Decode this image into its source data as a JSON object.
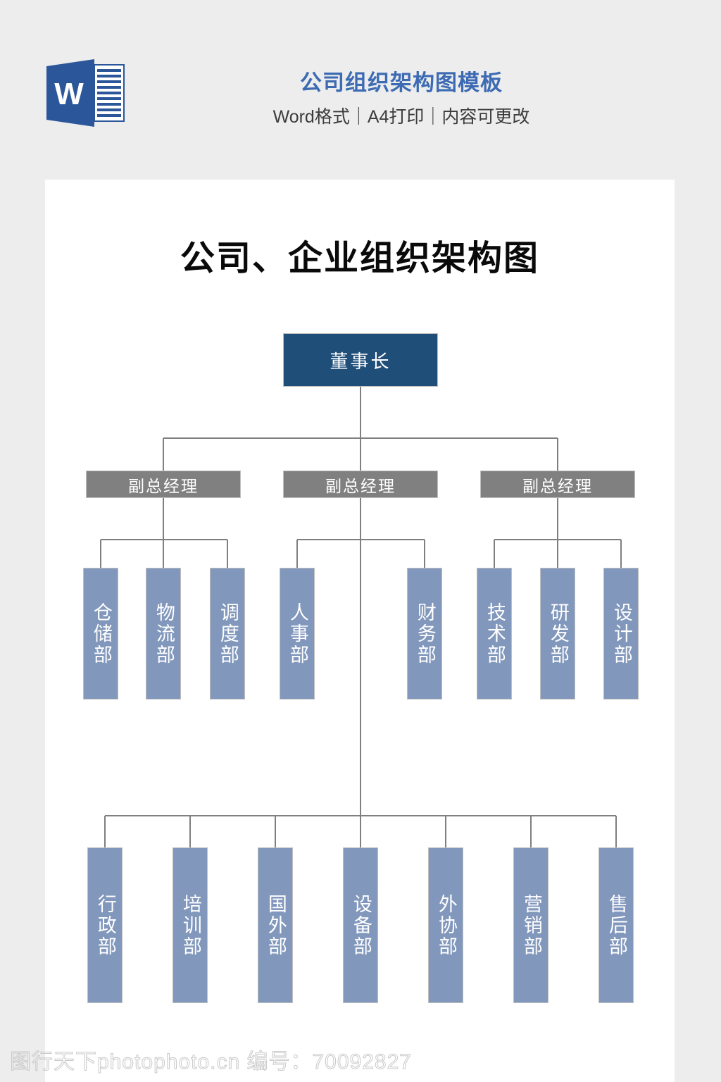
{
  "header": {
    "logo_icon": "word-document-icon",
    "promo_title": "公司组织架构图模板",
    "promo_subtitle": "Word格式｜A4打印｜内容可更改",
    "accent_color": "#3d6bb3"
  },
  "document": {
    "title": "公司、企业组织架构图"
  },
  "chart_data": {
    "type": "diagram",
    "title": "公司、企业组织架构图",
    "colors": {
      "level1": "#1f4e79",
      "level2": "#808080",
      "level3": "#8197bc",
      "connector": "#7f7f7f",
      "border": "#bfbfbf",
      "page": "#ffffff",
      "background": "#ededed"
    },
    "levels": [
      {
        "level": 1,
        "nodes": [
          {
            "id": "chairman",
            "label": "董事长"
          }
        ]
      },
      {
        "level": 2,
        "nodes": [
          {
            "id": "vgm-1",
            "label": "副总经理",
            "parent": "chairman"
          },
          {
            "id": "vgm-2",
            "label": "副总经理",
            "parent": "chairman"
          },
          {
            "id": "vgm-3",
            "label": "副总经理",
            "parent": "chairman"
          }
        ]
      },
      {
        "level": 3,
        "nodes": [
          {
            "id": "dept-warehouse",
            "label": "仓储部",
            "parent": "vgm-1"
          },
          {
            "id": "dept-logistics",
            "label": "物流部",
            "parent": "vgm-1"
          },
          {
            "id": "dept-dispatch",
            "label": "调度部",
            "parent": "vgm-1"
          },
          {
            "id": "dept-hr",
            "label": "人事部",
            "parent": "vgm-2"
          },
          {
            "id": "dept-finance",
            "label": "财务部",
            "parent": "vgm-2"
          },
          {
            "id": "dept-technology",
            "label": "技术部",
            "parent": "vgm-3"
          },
          {
            "id": "dept-rnd",
            "label": "研发部",
            "parent": "vgm-3"
          },
          {
            "id": "dept-design",
            "label": "设计部",
            "parent": "vgm-3"
          }
        ]
      },
      {
        "level": 4,
        "nodes": [
          {
            "id": "dept-admin",
            "label": "行政部",
            "parent": "chairman"
          },
          {
            "id": "dept-training",
            "label": "培训部",
            "parent": "chairman"
          },
          {
            "id": "dept-international",
            "label": "国外部",
            "parent": "chairman"
          },
          {
            "id": "dept-equipment",
            "label": "设备部",
            "parent": "chairman"
          },
          {
            "id": "dept-outsourcing",
            "label": "外协部",
            "parent": "chairman"
          },
          {
            "id": "dept-marketing",
            "label": "营销部",
            "parent": "chairman"
          },
          {
            "id": "dept-aftersales",
            "label": "售后部",
            "parent": "chairman"
          }
        ]
      }
    ]
  },
  "footer": {
    "watermark": "图行天下photophoto.cn 编号：70092827"
  }
}
